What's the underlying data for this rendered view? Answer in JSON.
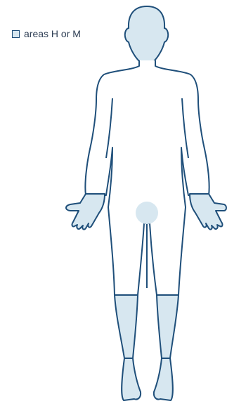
{
  "legend": {
    "label": "areas H or M",
    "swatch_color": "#d7e7f0"
  },
  "figure": {
    "outline_color": "#1f4f7a",
    "highlight_color": "#d7e7f0",
    "highlighted_regions": [
      "head",
      "neck",
      "hands",
      "groin",
      "lower-legs",
      "feet"
    ]
  }
}
